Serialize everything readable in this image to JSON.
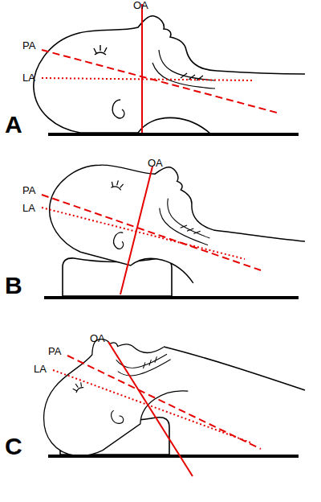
{
  "diagram": {
    "labels": [
      "OA",
      "PA",
      "LA",
      "A",
      "OA",
      "PA",
      "LA",
      "B",
      "OA",
      "PA",
      "LA",
      "C"
    ]
  }
}
